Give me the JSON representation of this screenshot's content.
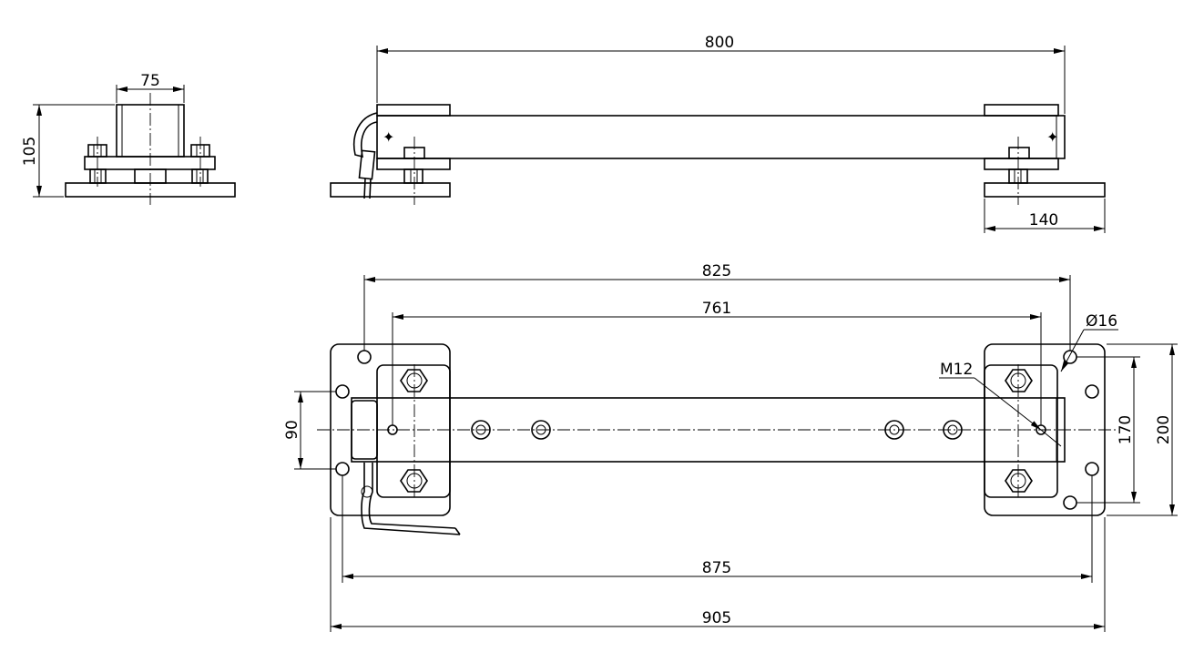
{
  "dimensions": {
    "front_width": "75",
    "front_height": "105",
    "side_length": "800",
    "side_base": "140",
    "top_825": "825",
    "top_761": "761",
    "hole_dia": "Ø16",
    "thread": "M12",
    "spacing_90": "90",
    "height_170": "170",
    "height_200": "200",
    "width_875": "875",
    "width_905": "905"
  }
}
